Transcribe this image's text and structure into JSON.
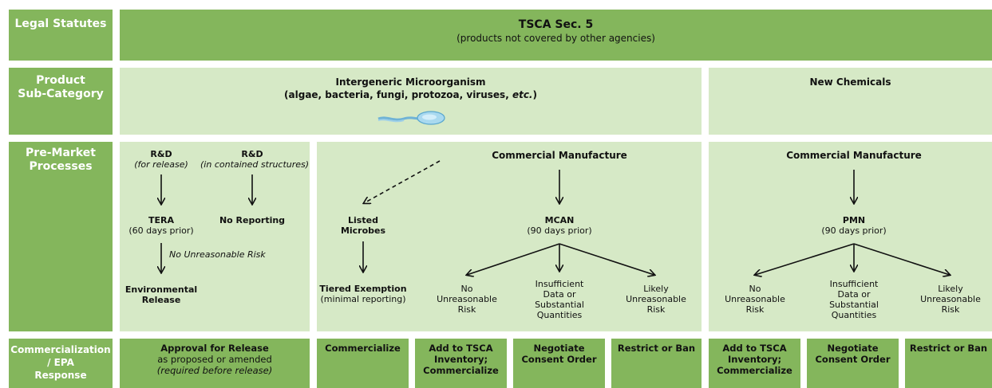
{
  "colors": {
    "dark_green": "#84b65c",
    "light_green": "#d6e9c6",
    "text": "#111111",
    "label_text": "#ffffff"
  },
  "row_labels": {
    "legal": "Legal Statutes",
    "product": [
      "Product",
      "Sub-Category"
    ],
    "premarket": [
      "Pre-Market",
      "Processes"
    ],
    "response": [
      "Commercialization",
      "/ EPA",
      "Response"
    ]
  },
  "legal": {
    "title": "TSCA Sec. 5",
    "subtitle": "(products not covered by other agencies)"
  },
  "product": {
    "microorganism": {
      "title": "Intergeneric Microorganism",
      "subtitle_prefix": "(algae, bacteria, fungi, protozoa, viruses, ",
      "subtitle_etc": "etc.",
      "subtitle_suffix": ")",
      "icon": "microbe-icon"
    },
    "chemicals": {
      "title": "New Chemicals"
    }
  },
  "premarket": {
    "rd_release": {
      "title": "R&D",
      "note": "(for release)"
    },
    "rd_contained": {
      "title": "R&D",
      "note": "(in contained structures)"
    },
    "tera": {
      "title": "TERA",
      "note": "(60 days prior)"
    },
    "no_reporting": "No Reporting",
    "no_unreasonable_risk_label": "No Unreasonable Risk",
    "environmental_release": [
      "Environmental",
      "Release"
    ],
    "commercial_microbe": "Commercial Manufacture",
    "listed_microbes": [
      "Listed",
      "Microbes"
    ],
    "tiered_exemption": {
      "title": "Tiered Exemption",
      "note": "(minimal reporting)"
    },
    "mcan": {
      "title": "MCAN",
      "note": "(90 days prior)"
    },
    "mcan_outcomes": {
      "no_risk": [
        "No",
        "Unreasonable",
        "Risk"
      ],
      "insufficient": [
        "Insufficient",
        "Data or",
        "Substantial",
        "Quantities"
      ],
      "likely": [
        "Likely",
        "Unreasonable",
        "Risk"
      ]
    },
    "commercial_chem": "Commercial Manufacture",
    "pmn": {
      "title": "PMN",
      "note": "(90 days prior)"
    },
    "pmn_outcomes": {
      "no_risk": [
        "No",
        "Unreasonable",
        "Risk"
      ],
      "insufficient": [
        "Insufficient",
        "Data or",
        "Substantial",
        "Quantities"
      ],
      "likely": [
        "Likely",
        "Unreasonable",
        "Risk"
      ]
    }
  },
  "responses": {
    "approval": {
      "title": "Approval for Release",
      "line2": "as proposed or amended",
      "line3": "(required before release)"
    },
    "commercialize": "Commercialize",
    "add_tsca_1": [
      "Add to TSCA",
      "Inventory;",
      "Commercialize"
    ],
    "negotiate_1": [
      "Negotiate",
      "Consent Order"
    ],
    "restrict_1": "Restrict or Ban",
    "add_tsca_2": [
      "Add to TSCA",
      "Inventory;",
      "Commercialize"
    ],
    "negotiate_2": [
      "Negotiate",
      "Consent Order"
    ],
    "restrict_2": "Restrict or Ban"
  }
}
